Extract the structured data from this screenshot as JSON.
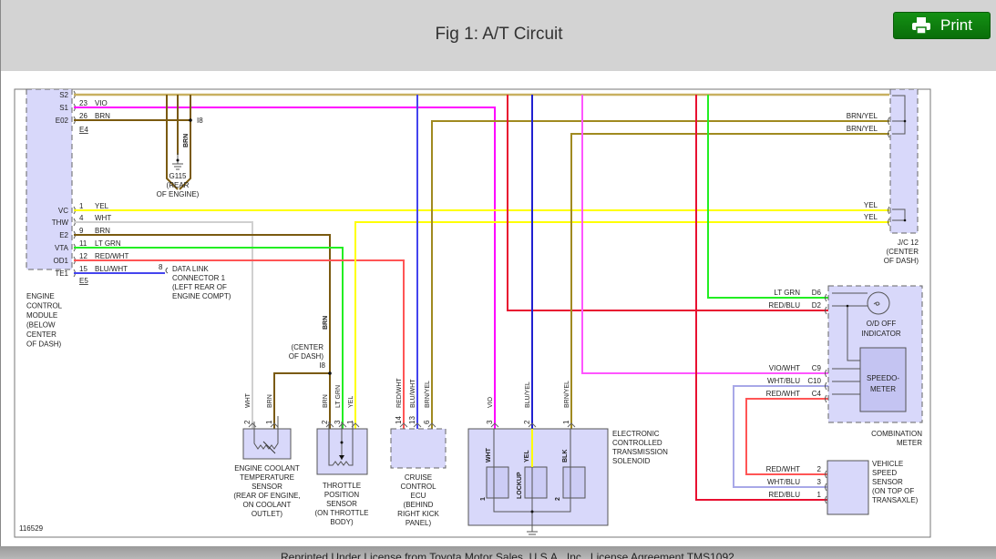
{
  "header": {
    "title": "Fig 1: A/T Circuit",
    "print_label": "Print",
    "print_icon": "printer-icon",
    "accent": "#0f7f0f"
  },
  "diagram": {
    "figure_id": "116529",
    "ecm": {
      "pins": [
        "S2",
        "S1",
        "E02",
        "VC",
        "THW",
        "E2",
        "VTA",
        "OD1",
        "TE1"
      ],
      "label": [
        "ENGINE",
        "CONTROL",
        "MODULE",
        "(BELOW",
        "CENTER",
        "OF DASH)"
      ],
      "connector_e4": "E4",
      "connector_e5": "E5"
    },
    "wires_top": [
      {
        "pin": "23",
        "color": "VIO"
      },
      {
        "pin": "26",
        "color": "BRN"
      }
    ],
    "wires_mid": [
      {
        "pin": "1",
        "color": "YEL"
      },
      {
        "pin": "4",
        "color": "WHT"
      },
      {
        "pin": "9",
        "color": "BRN"
      },
      {
        "pin": "11",
        "color": "LT GRN"
      },
      {
        "pin": "12",
        "color": "RED/WHT"
      },
      {
        "pin": "15",
        "color": "BLU/WHT"
      }
    ],
    "ground_g115": {
      "junction": "I8",
      "wire": "BRN",
      "label": [
        "G115",
        "(REAR",
        "OF ENGINE)"
      ]
    },
    "dlc": {
      "pin": "8",
      "label": [
        "DATA LINK",
        "CONNECTOR 1",
        "(LEFT REAR OF",
        "ENGINE COMPT)"
      ]
    },
    "junction_i8": {
      "label": [
        "(CENTER",
        "OF DASH)"
      ],
      "id": "I8",
      "wire": "BRN"
    },
    "ect_sensor": {
      "pins": [
        {
          "pin": "2",
          "color": "WHT"
        },
        {
          "pin": "1",
          "color": "BRN"
        }
      ],
      "label": [
        "ENGINE COOLANT",
        "TEMPERATURE",
        "SENSOR",
        "(REAR OF ENGINE,",
        "ON COOLANT",
        "OUTLET)"
      ]
    },
    "tps_sensor": {
      "pins": [
        {
          "pin": "2",
          "color": "BRN"
        },
        {
          "pin": "3",
          "color": "LT GRN"
        },
        {
          "pin": "1",
          "color": "YEL"
        }
      ],
      "label": [
        "THROTTLE",
        "POSITION",
        "SENSOR",
        "(ON THROTTLE",
        "BODY)"
      ]
    },
    "cruise_ecu": {
      "pins": [
        {
          "pin": "14",
          "color": "RED/WHT"
        },
        {
          "pin": "13",
          "color": "BLU/WHT"
        },
        {
          "pin": "6",
          "color": "BRN/YEL"
        }
      ],
      "label": [
        "CRUISE",
        "CONTROL",
        "ECU",
        "(BEHIND",
        "RIGHT KICK",
        "PANEL)"
      ]
    },
    "ect_solenoid": {
      "pins": [
        {
          "pin": "3",
          "color": "VIO"
        },
        {
          "pin": "2",
          "color": "BLU/YEL"
        },
        {
          "pin": "1",
          "color": "BRN/YEL"
        }
      ],
      "inner": [
        "WHT",
        "YEL",
        "BLK"
      ],
      "coils": [
        "1",
        "LOCKUP",
        "2"
      ],
      "label": [
        "ELECTRONIC",
        "CONTROLLED",
        "TRANSMISSION",
        "SOLENOID"
      ]
    },
    "jc12": {
      "wires": [
        "BRN/YEL",
        "BRN/YEL",
        "YEL",
        "YEL"
      ],
      "label": [
        "J/C 12",
        "(CENTER",
        "OF DASH)"
      ]
    },
    "combination_meter": {
      "wires": [
        {
          "color": "LT GRN",
          "pin": "D6"
        },
        {
          "color": "RED/BLU",
          "pin": "D2"
        },
        {
          "color": "VIO/WHT",
          "pin": "C9"
        },
        {
          "color": "WHT/BLU",
          "pin": "C10"
        },
        {
          "color": "RED/WHT",
          "pin": "C4"
        }
      ],
      "indicator": [
        "O/D OFF",
        "INDICATOR"
      ],
      "speedometer": [
        "SPEEDO-",
        "METER"
      ],
      "label": [
        "COMBINATION",
        "METER"
      ]
    },
    "vss": {
      "wires": [
        {
          "color": "RED/WHT",
          "pin": "2"
        },
        {
          "color": "WHT/BLU",
          "pin": "3"
        },
        {
          "color": "RED/BLU",
          "pin": "1"
        }
      ],
      "label": [
        "VEHICLE",
        "SPEED",
        "SENSOR",
        "(ON TOP OF",
        "TRANSAXLE)"
      ]
    },
    "wire_colors": {
      "vio": "#ff00ff",
      "brn": "#7a5a10",
      "yel": "#ffff00",
      "wht": "#d0d0d0",
      "ltgrn": "#22ee22",
      "redwht": "#ff5555",
      "bluwht": "#4444ee",
      "brnyel": "#a08a20",
      "redblu": "#e81030",
      "bluyel": "#2020d0",
      "viowht": "#ff55ff",
      "whtblu": "#a8a8e8",
      "s2": "#c8b060"
    }
  },
  "footer": {
    "text": "Reprinted Under License from Toyota Motor Sales, U.S.A., Inc., License Agreement TMS1092"
  }
}
